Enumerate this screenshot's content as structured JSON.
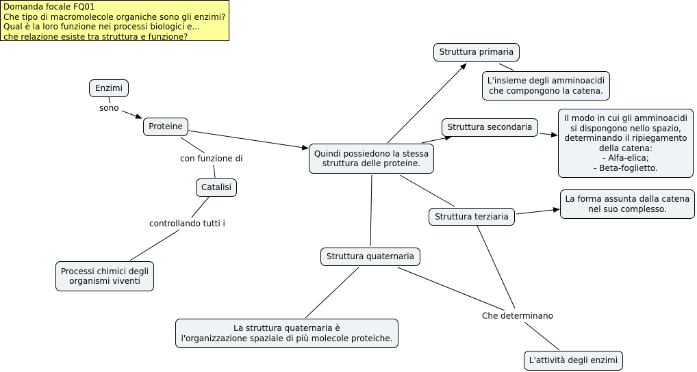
{
  "focus_question": {
    "lines": [
      "Domanda focale FQ01",
      "Che tipo di macromolecole organiche sono gli enzimi?",
      "Qual è la loro funzione nei processi biologici e...",
      "che relazione esiste tra struttura e funzione?"
    ]
  },
  "concepts": {
    "enzimi": {
      "lines": [
        "Enzimi"
      ]
    },
    "proteine": {
      "lines": [
        "Proteine"
      ]
    },
    "catalisi": {
      "lines": [
        "Catalisi"
      ]
    },
    "processi": {
      "lines": [
        "Processi chimici degli",
        "organismi viventi"
      ]
    },
    "struttura_proteine": {
      "lines": [
        "Quindi possiedono la stessa",
        "struttura delle proteine."
      ]
    },
    "primaria": {
      "lines": [
        "Struttura primaria"
      ]
    },
    "primaria_desc": {
      "lines": [
        "L'insieme degli amminoacidi",
        "che compongono la catena."
      ]
    },
    "secondaria": {
      "lines": [
        "Struttura secondaria"
      ]
    },
    "secondaria_desc": {
      "lines": [
        "Il modo in cui gli amminoacidi",
        "si dispongono nello spazio,",
        "determinando il ripiegamento",
        "della catena:",
        "- Alfa-elica;",
        "- Beta-foglietto."
      ]
    },
    "terziaria": {
      "lines": [
        "Struttura terziaria"
      ]
    },
    "terziaria_desc": {
      "lines": [
        "La forma assunta dalla catena",
        "nel suo complesso."
      ]
    },
    "quaternaria": {
      "lines": [
        "Struttura quaternaria"
      ]
    },
    "quaternaria_desc": {
      "lines": [
        "La struttura quaternaria è",
        "l'organizzazione spaziale di più molecole proteiche."
      ]
    },
    "attivita": {
      "lines": [
        "L'attività degli enzimi"
      ]
    }
  },
  "linking_phrases": {
    "sono": "sono",
    "con_funzione_di": "con funzione di",
    "controllando": "controllando tutti i",
    "che_determinano": "Che determinano"
  },
  "colors": {
    "concept_fill": "#eef3f6",
    "focus_fill": "#ffff99",
    "stroke": "#000000"
  }
}
